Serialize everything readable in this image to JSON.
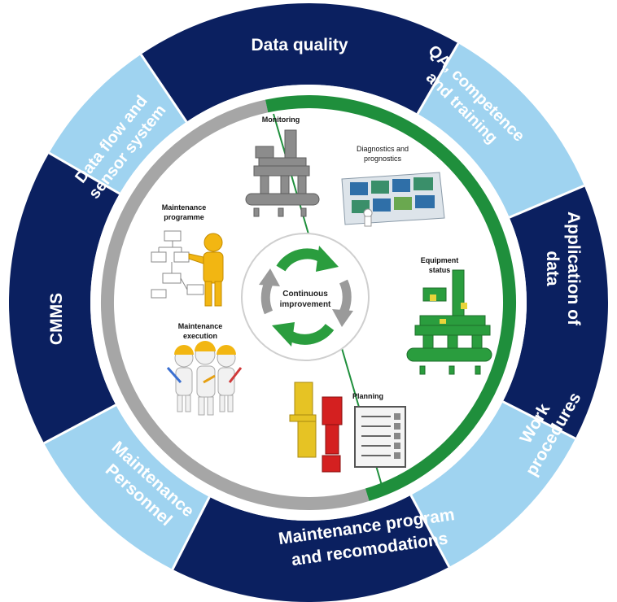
{
  "outer_ring": {
    "segments": [
      {
        "id": "data-quality",
        "lines": [
          "Data quality"
        ],
        "color": "#0b2060"
      },
      {
        "id": "qa-competence",
        "lines": [
          "QA, competence",
          "and training"
        ],
        "color": "#9fd3f0"
      },
      {
        "id": "application-of-data",
        "lines": [
          "Application of",
          "data"
        ],
        "color": "#0b2060"
      },
      {
        "id": "work-procedures",
        "lines": [
          "Work",
          "procedures"
        ],
        "color": "#9fd3f0"
      },
      {
        "id": "maintenance-program",
        "lines": [
          "Maintenance program",
          "and recomodations"
        ],
        "color": "#0b2060"
      },
      {
        "id": "maintenance-personnel",
        "lines": [
          "Maintenance",
          "Personnel"
        ],
        "color": "#9fd3f0"
      },
      {
        "id": "cmms",
        "lines": [
          "CMMS"
        ],
        "color": "#0b2060"
      },
      {
        "id": "data-flow",
        "lines": [
          "Data flow and",
          "sensor system"
        ],
        "color": "#9fd3f0"
      }
    ]
  },
  "inner_ring": {
    "green_color": "#1f8f3c",
    "gray_color": "#a6a6a6"
  },
  "stages": {
    "monitoring": "Monitoring",
    "diagnostics_line1": "Diagnostics and",
    "diagnostics_line2": "prognostics",
    "equipment_line1": "Equipment",
    "equipment_line2": "status",
    "planning": "Planning",
    "execution_line1": "Maintenance",
    "execution_line2": "execution",
    "programme_line1": "Maintenance",
    "programme_line2": "programme"
  },
  "center": {
    "line1": "Continuous",
    "line2": "improvement"
  }
}
